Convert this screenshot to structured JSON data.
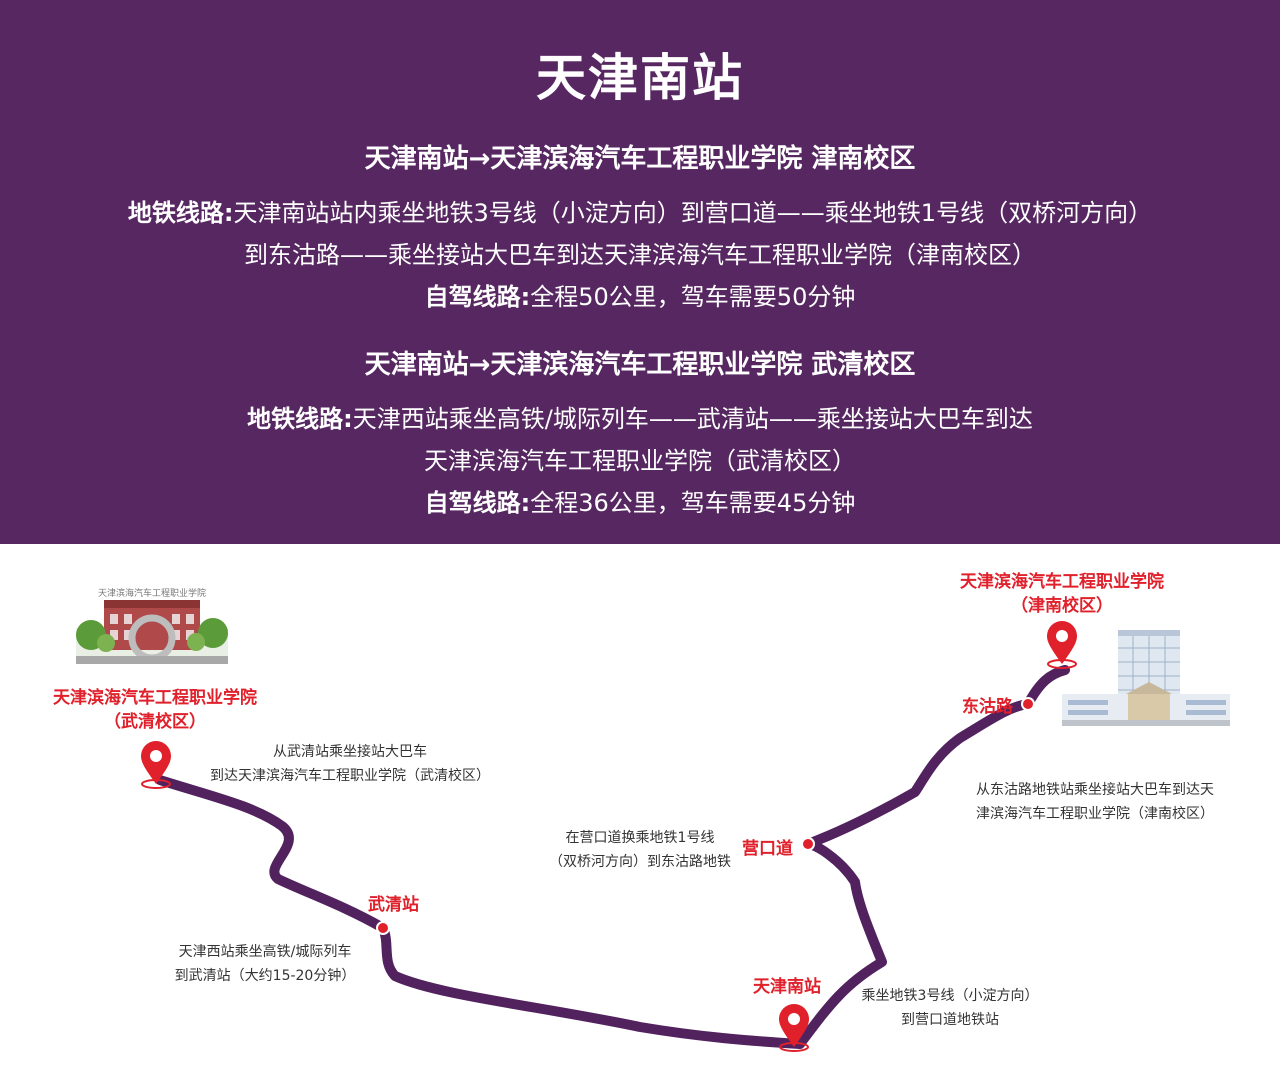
{
  "header": {
    "title": "天津南站",
    "route1": {
      "heading": "天津南站→天津滨海汽车工程职业学院 津南校区",
      "metro_label": "地铁线路:",
      "metro_line1": "天津南站站内乘坐地铁3号线（小淀方向）到营口道——乘坐地铁1号线（双桥河方向）",
      "metro_line2": "到东沽路——乘坐接站大巴车到达天津滨海汽车工程职业学院（津南校区）",
      "drive_label": "自驾线路:",
      "drive_text": "全程50公里，驾车需要50分钟"
    },
    "route2": {
      "heading": "天津南站→天津滨海汽车工程职业学院  武清校区",
      "metro_label": "地铁线路:",
      "metro_line1": "天津西站乘坐高铁/城际列车——武清站——乘坐接站大巴车到达",
      "metro_line2": "天津滨海汽车工程职业学院（武清校区）",
      "drive_label": "自驾线路:",
      "drive_text": "全程36公里，驾车需要45分钟"
    }
  },
  "map": {
    "wuqing_campus": {
      "line1": "天津滨海汽车工程职业学院",
      "line2": "（武清校区）"
    },
    "jinnan_campus": {
      "line1": "天津滨海汽车工程职业学院",
      "line2": "（津南校区）"
    },
    "wuqing_campus_sign": "天津滨海汽车工程职业学院",
    "stations": {
      "wuqing": "武清站",
      "tianjin_south": "天津南站",
      "yingkou": "营口道",
      "donggu": "东沽路"
    },
    "notes": {
      "wuqing_bus": [
        "从武清站乘坐接站大巴车",
        "到达天津滨海汽车工程职业学院（武清校区）"
      ],
      "west_rail": [
        "天津西站乘坐高铁/城际列车",
        "到武清站（大约15-20分钟）"
      ],
      "yingkou_transfer": [
        "在营口道换乘地铁1号线",
        "（双桥河方向）到东沽路地铁"
      ],
      "line3": [
        "乘坐地铁3号线（小淀方向）",
        "到营口道地铁站"
      ],
      "donggu_bus": [
        "从东沽路地铁站乘坐接站大巴车到达天",
        "津滨海汽车工程职业学院（津南校区）"
      ]
    }
  },
  "colors": {
    "primary": "#572762",
    "accent": "#e0202b"
  }
}
